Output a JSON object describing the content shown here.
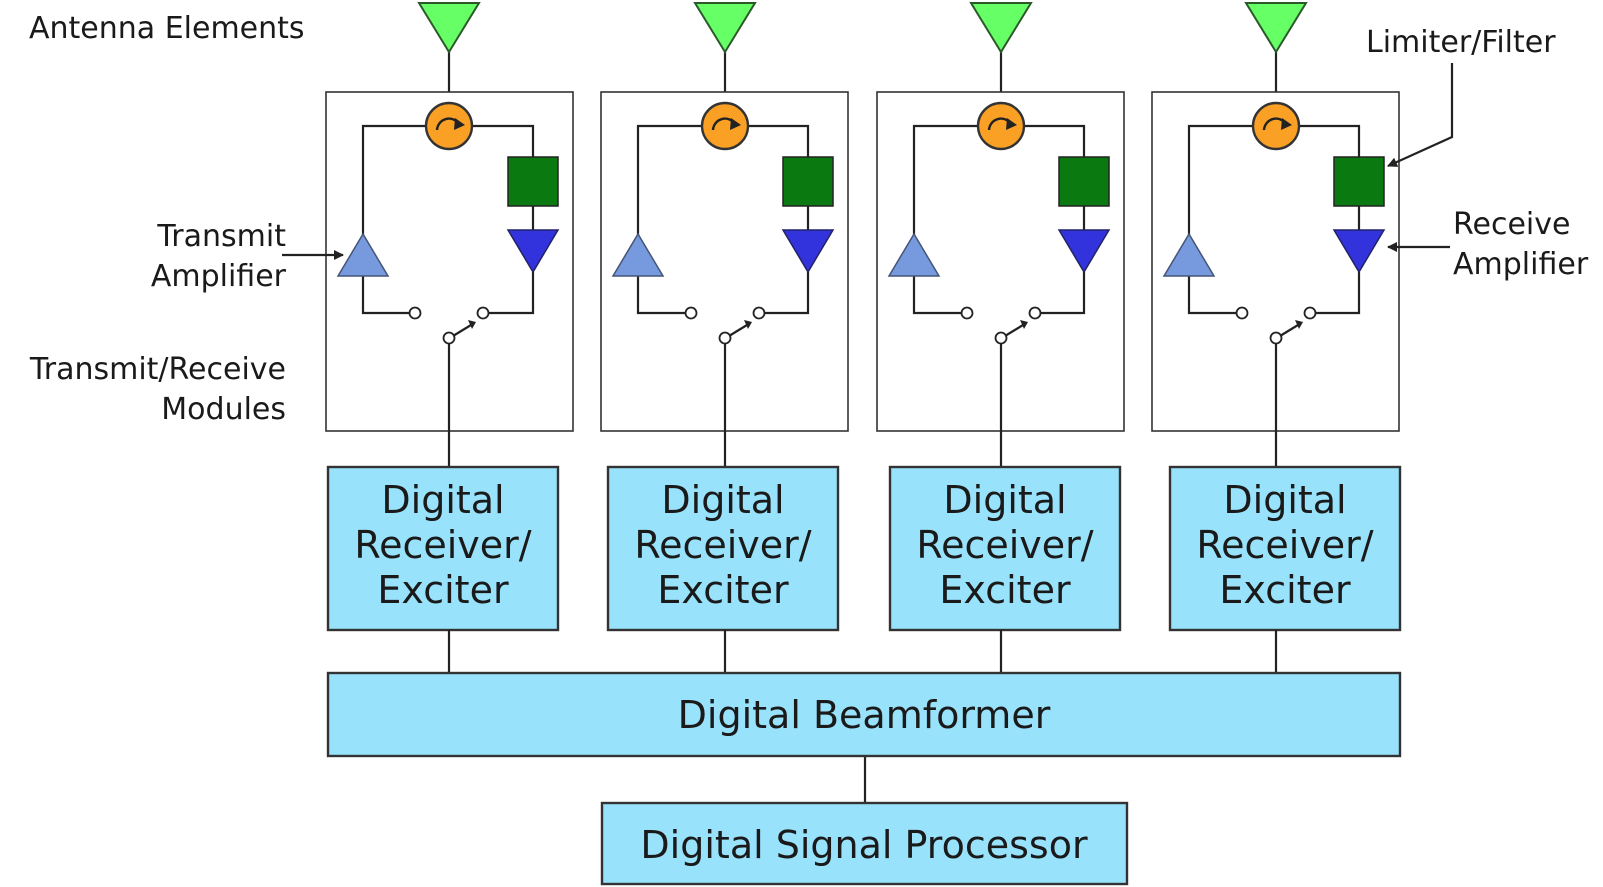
{
  "labels": {
    "antenna_elements": "Antenna Elements",
    "limiter_filter": "Limiter/Filter",
    "transmit_amplifier": [
      "Transmit",
      "Amplifier"
    ],
    "receive_amplifier": [
      "Receive",
      "Amplifier"
    ],
    "tr_modules": [
      "Transmit/Receive",
      "Modules"
    ]
  },
  "channels": [
    {
      "dre_label": [
        "Digital",
        "Receiver/",
        "Exciter"
      ]
    },
    {
      "dre_label": [
        "Digital",
        "Receiver/",
        "Exciter"
      ]
    },
    {
      "dre_label": [
        "Digital",
        "Receiver/",
        "Exciter"
      ]
    },
    {
      "dre_label": [
        "Digital",
        "Receiver/",
        "Exciter"
      ]
    }
  ],
  "beamformer": {
    "label": "Digital Beamformer"
  },
  "dsp": {
    "label": "Digital Signal Processor"
  },
  "colors": {
    "antenna": "#66ff66",
    "circulator": "#f9a025",
    "limiter_filter": "#0a7a10",
    "transmit_amplifier": "#7799dd",
    "receive_amplifier": "#3333dd",
    "digital_block": "#99e2fb"
  },
  "icons": {
    "antenna": "antenna-icon",
    "circulator": "circulator-icon",
    "limiter_filter": "limiter-filter-icon",
    "transmit_amplifier": "transmit-amplifier-icon",
    "receive_amplifier": "receive-amplifier-icon",
    "switch": "switch-icon"
  }
}
